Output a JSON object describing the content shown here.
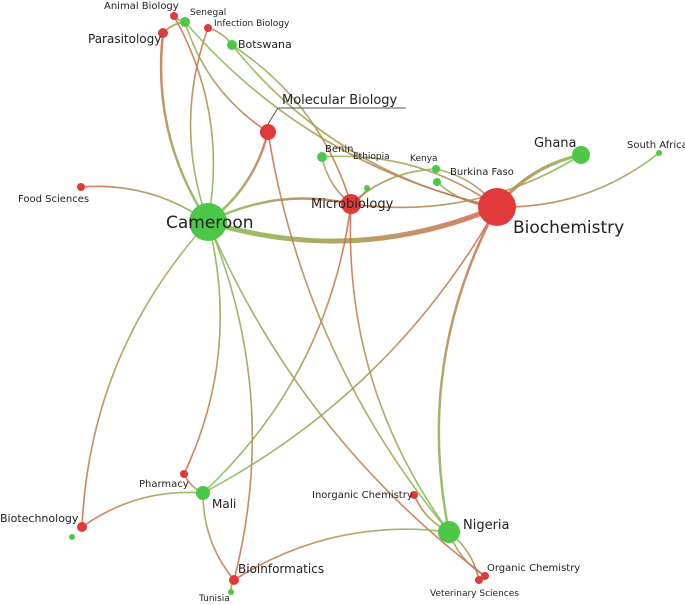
{
  "colors": {
    "country": "#4dc747",
    "discipline": "#e03a3a",
    "edge_country": "#7dbf4f",
    "edge_discipline": "#d2664b"
  },
  "nodes": [
    {
      "id": "cameroon",
      "label": "Cameroon",
      "type": "country"
    },
    {
      "id": "biochemistry",
      "label": "Biochemistry",
      "type": "discipline"
    },
    {
      "id": "microbiology",
      "label": "Microbiology",
      "type": "discipline"
    },
    {
      "id": "molecular_biology",
      "label": "Molecular Biology",
      "type": "discipline"
    },
    {
      "id": "nigeria",
      "label": "Nigeria",
      "type": "country"
    },
    {
      "id": "ghana",
      "label": "Ghana",
      "type": "country"
    },
    {
      "id": "mali",
      "label": "Mali",
      "type": "country"
    },
    {
      "id": "benin",
      "label": "Benin",
      "type": "country"
    },
    {
      "id": "botswana",
      "label": "Botswana",
      "type": "country"
    },
    {
      "id": "senegal",
      "label": "Senegal",
      "type": "country"
    },
    {
      "id": "kenya",
      "label": "Kenya",
      "type": "country"
    },
    {
      "id": "burkina_faso",
      "label": "Burkina Faso",
      "type": "country"
    },
    {
      "id": "ethiopia",
      "label": "Ethiopia",
      "type": "country"
    },
    {
      "id": "south_africa",
      "label": "South Africa",
      "type": "country"
    },
    {
      "id": "tunisia",
      "label": "Tunisia",
      "type": "country"
    },
    {
      "id": "parasitology",
      "label": "Parasitology",
      "type": "discipline"
    },
    {
      "id": "animal_biology",
      "label": "Animal Biology",
      "type": "discipline"
    },
    {
      "id": "infection_biology",
      "label": "Infection Biology",
      "type": "discipline"
    },
    {
      "id": "food_sciences",
      "label": "Food Sciences",
      "type": "discipline"
    },
    {
      "id": "pharmacy",
      "label": "Pharmacy",
      "type": "discipline"
    },
    {
      "id": "biotechnology",
      "label": "Biotechnology",
      "type": "discipline"
    },
    {
      "id": "bioinformatics",
      "label": "Bioinformatics",
      "type": "discipline"
    },
    {
      "id": "inorganic_chemistry",
      "label": "Inorganic Chemistry",
      "type": "discipline"
    },
    {
      "id": "organic_chemistry",
      "label": "Organic Chemistry",
      "type": "discipline"
    },
    {
      "id": "veterinary_sciences",
      "label": "Veterinary Sciences",
      "type": "discipline"
    }
  ],
  "edges": [
    {
      "source": "cameroon",
      "target": "biochemistry",
      "weight": 5
    },
    {
      "source": "cameroon",
      "target": "microbiology",
      "weight": 2
    },
    {
      "source": "cameroon",
      "target": "molecular_biology",
      "weight": 2
    },
    {
      "source": "cameroon",
      "target": "parasitology",
      "weight": 2
    },
    {
      "source": "cameroon",
      "target": "animal_biology",
      "weight": 1
    },
    {
      "source": "cameroon",
      "target": "infection_biology",
      "weight": 1
    },
    {
      "source": "cameroon",
      "target": "food_sciences",
      "weight": 1
    },
    {
      "source": "cameroon",
      "target": "pharmacy",
      "weight": 1
    },
    {
      "source": "cameroon",
      "target": "biotechnology",
      "weight": 1
    },
    {
      "source": "cameroon",
      "target": "bioinformatics",
      "weight": 1
    },
    {
      "source": "cameroon",
      "target": "organic_chemistry",
      "weight": 1
    },
    {
      "source": "biochemistry",
      "target": "ghana",
      "weight": 3
    },
    {
      "source": "biochemistry",
      "target": "nigeria",
      "weight": 2
    },
    {
      "source": "biochemistry",
      "target": "mali",
      "weight": 1
    },
    {
      "source": "biochemistry",
      "target": "benin",
      "weight": 1
    },
    {
      "source": "biochemistry",
      "target": "botswana",
      "weight": 1
    },
    {
      "source": "biochemistry",
      "target": "kenya",
      "weight": 1
    },
    {
      "source": "biochemistry",
      "target": "burkina_faso",
      "weight": 1
    },
    {
      "source": "biochemistry",
      "target": "south_africa",
      "weight": 1
    },
    {
      "source": "biochemistry",
      "target": "senegal",
      "weight": 1
    },
    {
      "source": "microbiology",
      "target": "nigeria",
      "weight": 1
    },
    {
      "source": "microbiology",
      "target": "benin",
      "weight": 1
    },
    {
      "source": "microbiology",
      "target": "ethiopia",
      "weight": 1
    },
    {
      "source": "microbiology",
      "target": "kenya",
      "weight": 1
    },
    {
      "source": "microbiology",
      "target": "ghana",
      "weight": 1
    },
    {
      "source": "microbiology",
      "target": "mali",
      "weight": 1
    },
    {
      "source": "microbiology",
      "target": "botswana",
      "weight": 1
    },
    {
      "source": "molecular_biology",
      "target": "senegal",
      "weight": 1
    },
    {
      "source": "molecular_biology",
      "target": "nigeria",
      "weight": 1
    },
    {
      "source": "parasitology",
      "target": "senegal",
      "weight": 1
    },
    {
      "source": "animal_biology",
      "target": "senegal",
      "weight": 1
    },
    {
      "source": "infection_biology",
      "target": "botswana",
      "weight": 1
    },
    {
      "source": "mali",
      "target": "biotechnology",
      "weight": 1
    },
    {
      "source": "mali",
      "target": "pharmacy",
      "weight": 1
    },
    {
      "source": "mali",
      "target": "bioinformatics",
      "weight": 1
    },
    {
      "source": "tunisia",
      "target": "bioinformatics",
      "weight": 1
    },
    {
      "source": "nigeria",
      "target": "bioinformatics",
      "weight": 1
    },
    {
      "source": "nigeria",
      "target": "inorganic_chemistry",
      "weight": 1
    },
    {
      "source": "nigeria",
      "target": "organic_chemistry",
      "weight": 1
    },
    {
      "source": "nigeria",
      "target": "veterinary_sciences",
      "weight": 1
    }
  ]
}
